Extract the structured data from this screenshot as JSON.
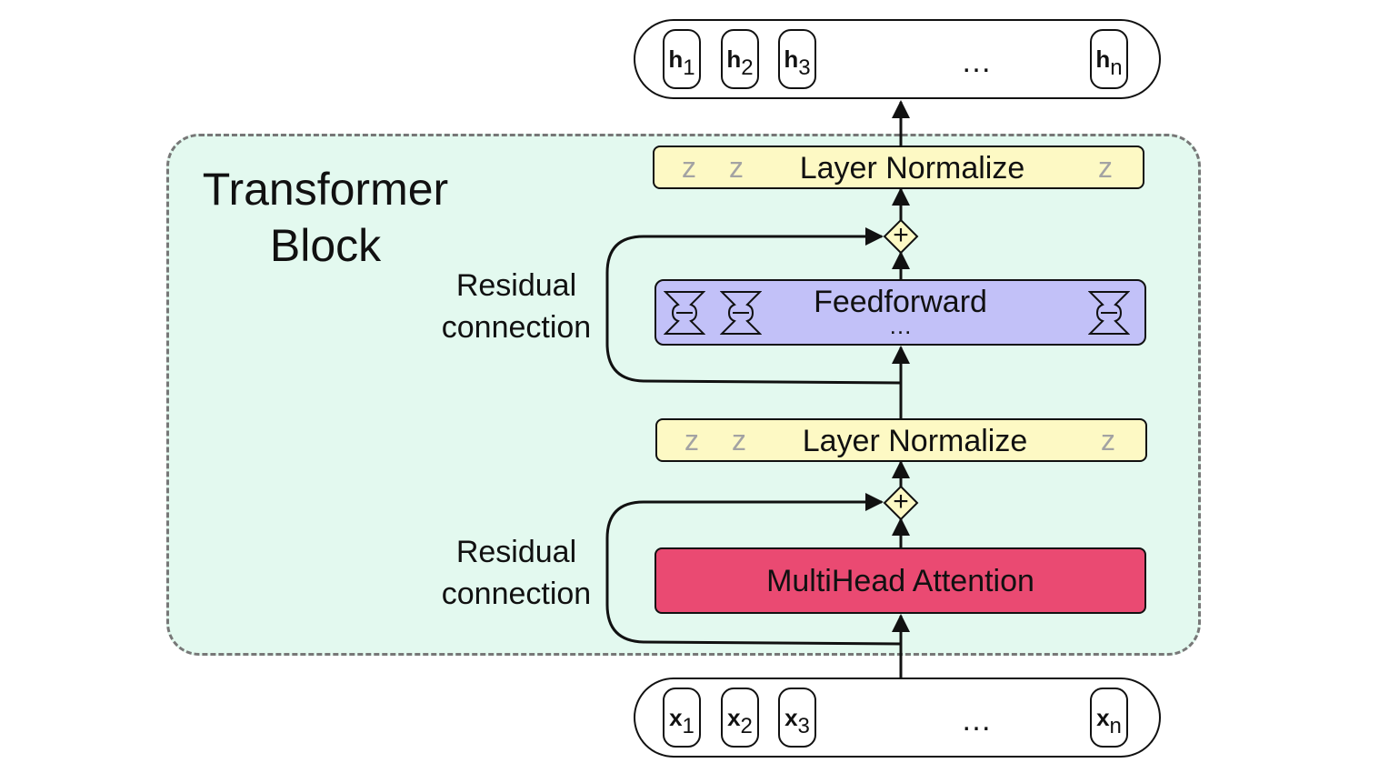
{
  "block": {
    "title_line1": "Transformer",
    "title_line2": "Block",
    "fill": "#e3f9ef"
  },
  "outputs": {
    "tokens": [
      {
        "symbol": "h",
        "sub": "1"
      },
      {
        "symbol": "h",
        "sub": "2"
      },
      {
        "symbol": "h",
        "sub": "3"
      },
      {
        "symbol": "h",
        "sub": "n"
      }
    ],
    "ellipsis": "…"
  },
  "inputs": {
    "tokens": [
      {
        "symbol": "x",
        "sub": "1"
      },
      {
        "symbol": "x",
        "sub": "2"
      },
      {
        "symbol": "x",
        "sub": "3"
      },
      {
        "symbol": "x",
        "sub": "n"
      }
    ],
    "ellipsis": "…"
  },
  "layer_norm_top": {
    "label": "Layer Normalize",
    "z_marks": [
      "z",
      "z",
      "z"
    ],
    "fill": "#fdf9c4"
  },
  "layer_norm_bottom": {
    "label": "Layer Normalize",
    "z_marks": [
      "z",
      "z",
      "z"
    ],
    "fill": "#fdf9c4"
  },
  "feedforward": {
    "label": "Feedforward",
    "dots": "…",
    "fill": "#c2c1f8",
    "icon": "hourglass-icon"
  },
  "attention": {
    "label": "MultiHead Attention",
    "fill": "#ea4a72"
  },
  "add_nodes": {
    "symbol": "+"
  },
  "residual_top": {
    "line1": "Residual",
    "line2": "connection"
  },
  "residual_bottom": {
    "line1": "Residual",
    "line2": "connection"
  }
}
